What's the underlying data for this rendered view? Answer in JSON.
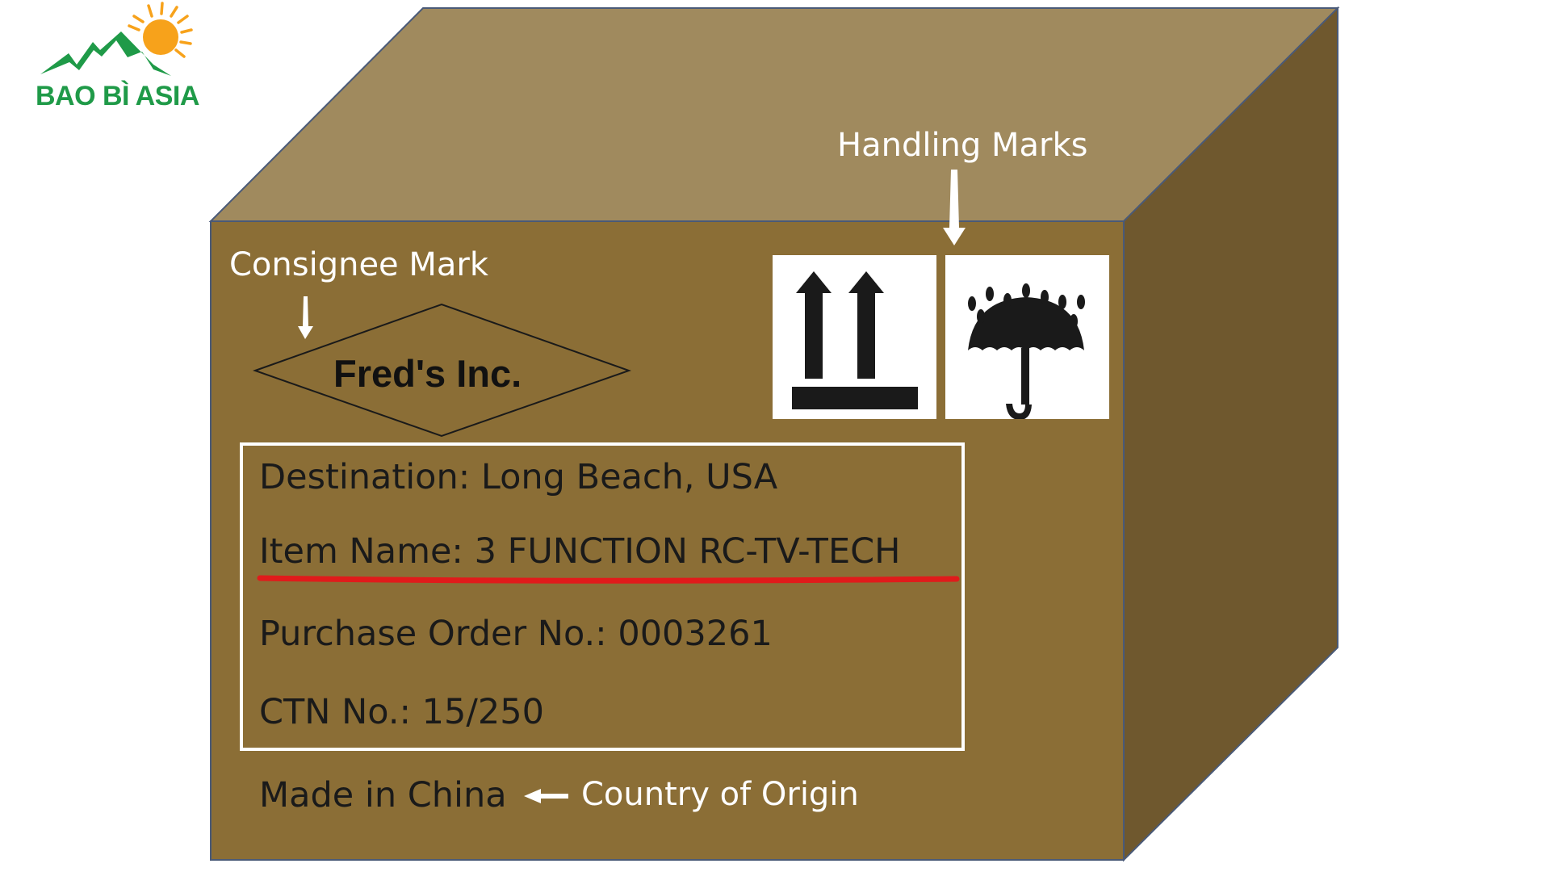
{
  "logo": {
    "text": "BAO BÌ ASIA",
    "green": "#1f9a48",
    "orange": "#f7a21b"
  },
  "colors": {
    "top": "#a08a5e",
    "front": "#8b6e36",
    "side": "#6f582e",
    "edge": "#4a5a78",
    "underline": "#e01b1b"
  },
  "labels": {
    "handling_marks": "Handling Marks",
    "consignee_mark": "Consignee Mark",
    "country_of_origin": "Country of Origin"
  },
  "consignee": "Fred's Inc.",
  "details": {
    "destination": "Destination: Long Beach, USA",
    "item_name": "Item Name: 3 FUNCTION RC-TV-TECH",
    "purchase_order": "Purchase Order No.: 0003261",
    "ctn": "CTN No.: 15/250"
  },
  "origin": "Made in China",
  "icons": [
    "this-way-up-icon",
    "keep-dry-icon"
  ]
}
